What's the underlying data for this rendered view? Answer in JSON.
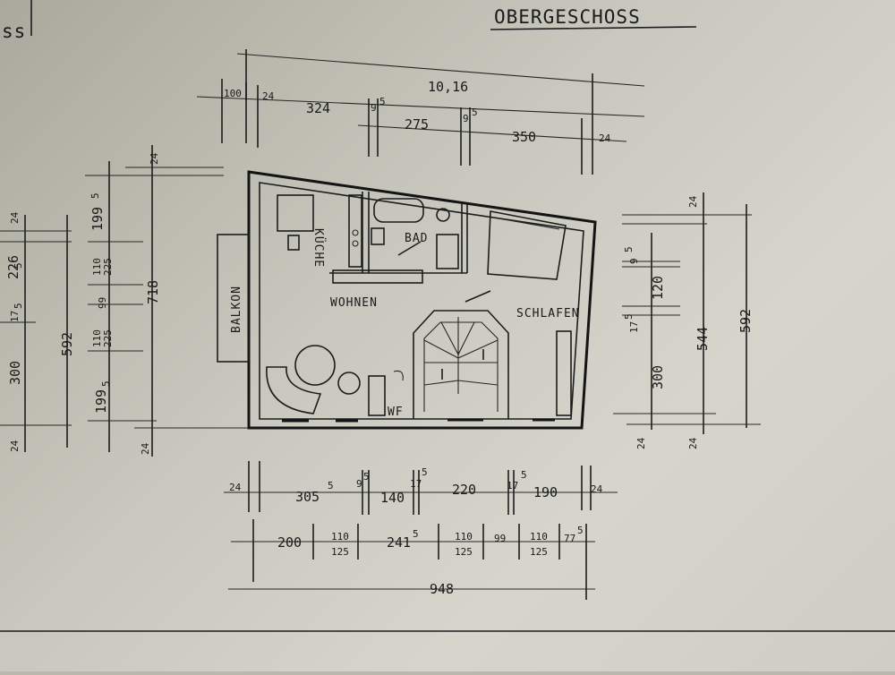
{
  "title": "OBERGESCHOSS",
  "edge_text": "ss",
  "rooms": {
    "kueche": "KÜCHE",
    "bad": "BAD",
    "wohnen": "WOHNEN",
    "schlafen": "SCHLAFEN",
    "balkon": "BALKON",
    "wf": "WF"
  },
  "dims_top": {
    "total": "10,16",
    "d100": "100",
    "d24a": "24",
    "d324": "324",
    "d9a": "9",
    "d275": "275",
    "d9b": "9",
    "d350": "350",
    "d24b": "24",
    "sup5": "5"
  },
  "dims_left": {
    "d24a": "24",
    "d226": "226",
    "d17": "17",
    "d300": "300",
    "d592": "592",
    "d199a": "199",
    "d110a": "110",
    "d225a": "225",
    "d99": "99",
    "d110b": "110",
    "d225b": "225",
    "d199b": "199",
    "d718": "718",
    "d24b": "24",
    "d24c": "24",
    "d24d": "24",
    "sup5": "5"
  },
  "dims_right": {
    "d24a": "24",
    "d9": "9",
    "d120": "120",
    "d17": "17",
    "d300": "300",
    "d544": "544",
    "d592": "592",
    "d24b": "24",
    "d24c": "24",
    "sup5": "5"
  },
  "dims_bottom1": {
    "d24a": "24",
    "d305": "305",
    "d9": "9",
    "d140": "140",
    "d17a": "17",
    "d220": "220",
    "d17b": "17",
    "d190": "190",
    "d24b": "24",
    "sup5": "5"
  },
  "dims_bottom2": {
    "d200": "200",
    "d110a": "110",
    "d125a": "125",
    "d241": "241",
    "d110b": "110",
    "d125b": "125",
    "d99": "99",
    "d110c": "110",
    "d125c": "125",
    "d77": "77",
    "sup5": "5"
  },
  "total_bottom": "948"
}
